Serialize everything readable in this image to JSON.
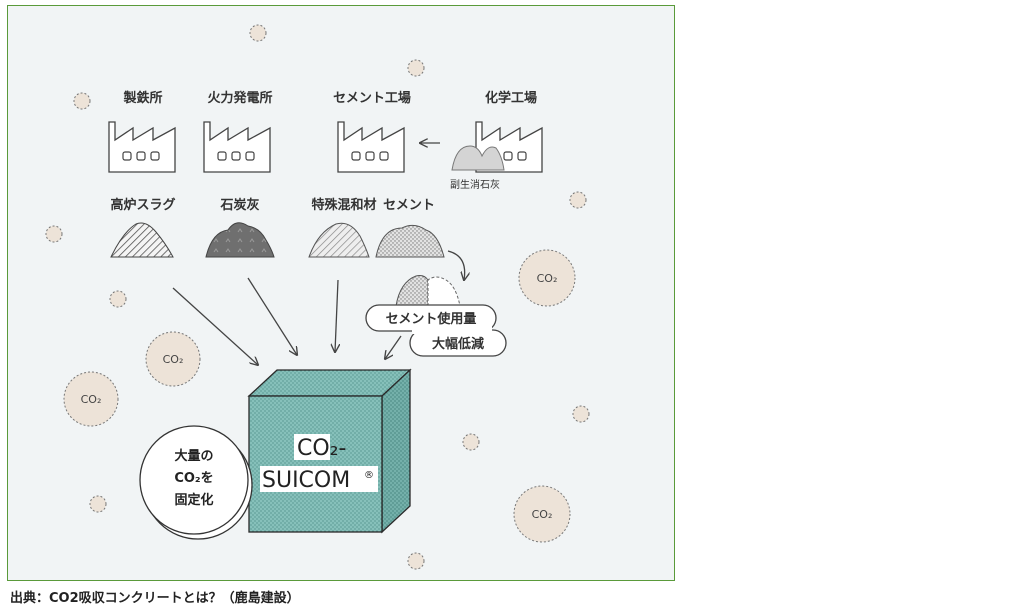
{
  "factories": [
    {
      "label": "製鉄所"
    },
    {
      "label": "火力発電所"
    },
    {
      "label": "セメント工場"
    },
    {
      "label": "化学工場"
    }
  ],
  "byproduct_label": "副生消石灰",
  "materials": [
    {
      "label": "高炉スラグ"
    },
    {
      "label": "石炭灰"
    },
    {
      "label": "特殊混和材"
    },
    {
      "label": "セメント"
    }
  ],
  "reduction_bubble": {
    "line1": "セメント使用量",
    "line2": "大幅低減"
  },
  "block": {
    "line1": "CO₂-",
    "line2": "SUICOM",
    "mark": "®"
  },
  "fix_circle": {
    "line1": "大量の",
    "line2": "CO₂を",
    "line3": "固定化"
  },
  "co2_label": "CO₂",
  "caption": "出典：CO2吸収コンクリートとは？（鹿島建設）",
  "colors": {
    "frame_border": "#5a9a3a",
    "background": "#f1f4f5",
    "block_fill": "#86c0ba",
    "co2_bubble": "#ede3d8"
  }
}
